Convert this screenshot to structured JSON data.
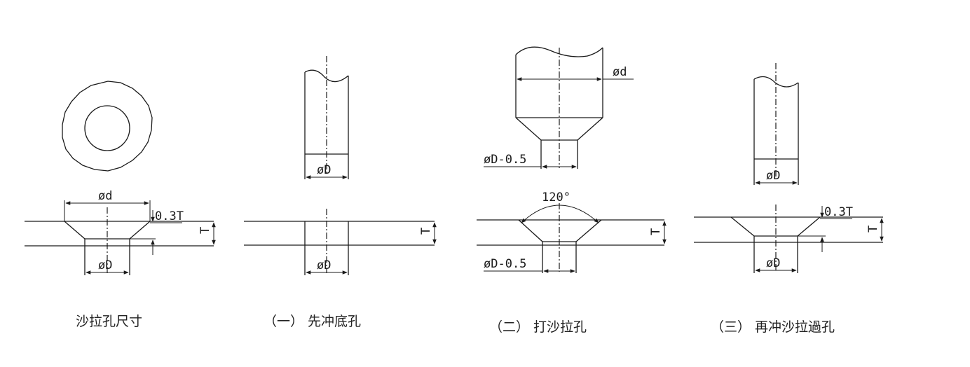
{
  "labels": {
    "phi_d": "ød",
    "phi_D": "øD",
    "phi_D_minus": "øD-0.5",
    "thickness": "T",
    "sink_depth": "0.3T",
    "angle": "120°"
  },
  "captions": {
    "step0": "沙拉孔尺寸",
    "step1": "（一） 先冲底孔",
    "step2": "（二） 打沙拉孔",
    "step3": "（三） 再冲沙拉過孔"
  }
}
